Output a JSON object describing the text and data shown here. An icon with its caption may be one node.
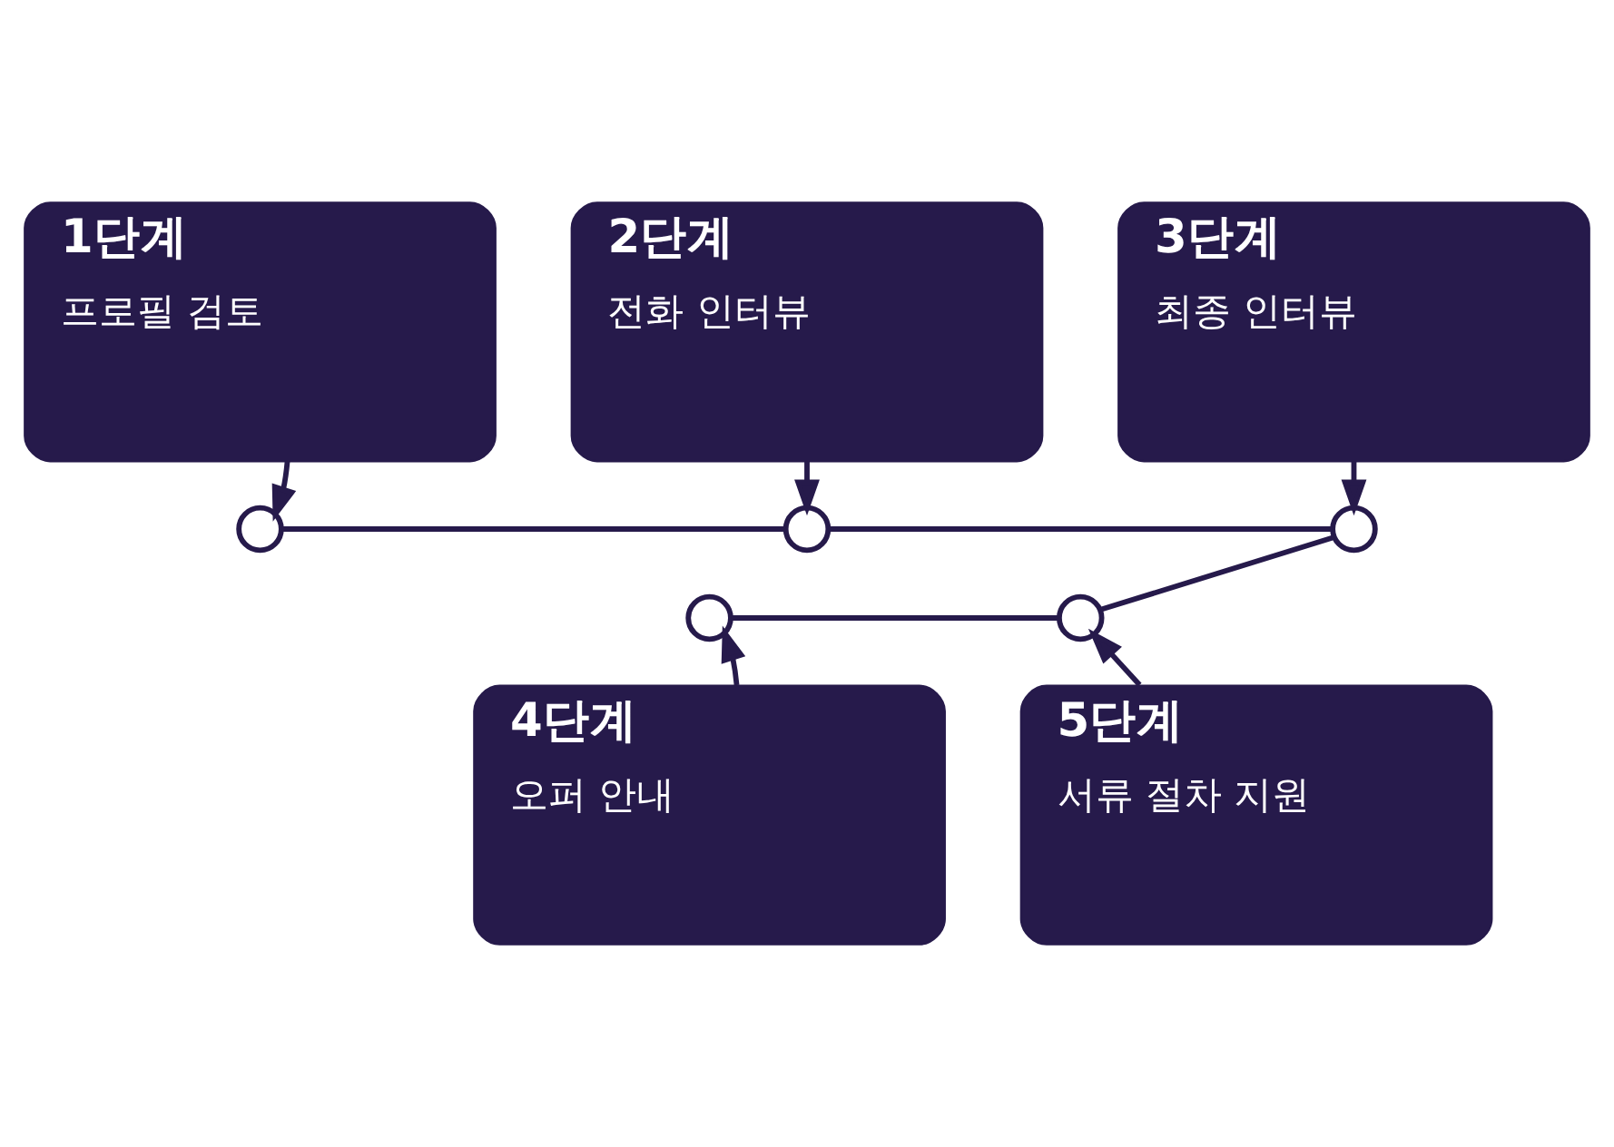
{
  "diagram": {
    "nodes": [
      {
        "text": [
          "1단계",
          "프로필 검토"
        ]
      },
      {
        "text": [
          "2단계",
          "전화 인터뷰"
        ]
      },
      {
        "text": [
          "3단계",
          "최종 인터뷰"
        ]
      },
      {
        "text": [],
        "shape": "circle"
      },
      {
        "text": [],
        "shape": "circle"
      },
      {
        "text": [],
        "shape": "circle"
      },
      {
        "text": [],
        "shape": "circle"
      },
      {
        "text": [],
        "shape": "circle"
      },
      {
        "text": [
          "4단계",
          "오퍼 안내"
        ]
      },
      {
        "text": [
          "5단계",
          "서류 절차 지원"
        ]
      }
    ],
    "edges": [
      {
        "from": 0,
        "to": 3,
        "arrow": "to"
      },
      {
        "from": 1,
        "to": 4,
        "arrow": "to"
      },
      {
        "from": 2,
        "to": 5,
        "arrow": "to"
      },
      {
        "from": 3,
        "to": 4,
        "arrow": "none"
      },
      {
        "from": 4,
        "to": 5,
        "arrow": "none"
      },
      {
        "from": 5,
        "to": 7,
        "arrow": "none"
      },
      {
        "from": 6,
        "to": 7,
        "arrow": "none"
      },
      {
        "from": 8,
        "to": 6,
        "arrow": "to"
      },
      {
        "from": 9,
        "to": 7,
        "arrow": "to"
      }
    ]
  }
}
